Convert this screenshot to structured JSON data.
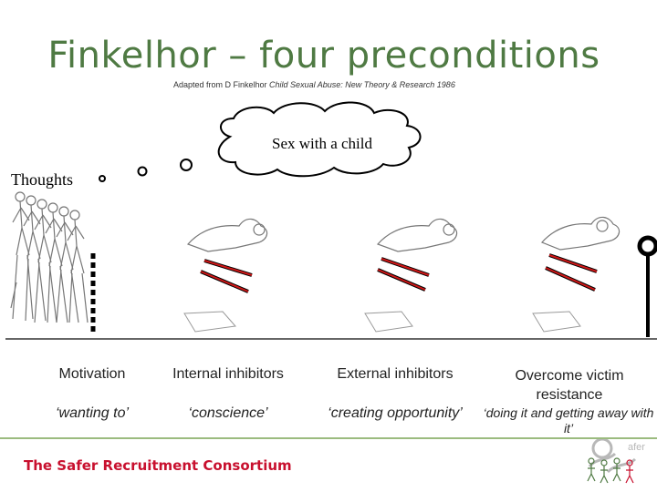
{
  "title": "Finkelhor – four preconditions",
  "subtitle": {
    "prefix": "Adapted from D Finkelhor ",
    "work": "Child Sexual Abuse: New Theory & Research 1986"
  },
  "cloud_text": "Sex with a child",
  "thoughts_label": "Thoughts",
  "stages": [
    {
      "label": "Motivation",
      "sub": "‘wanting to’"
    },
    {
      "label": "Internal inhibitors",
      "sub": "‘conscience’"
    },
    {
      "label": "External inhibitors",
      "sub": "‘creating opportunity’"
    },
    {
      "label": "Overcome victim resistance",
      "sub": "‘doing it and getting away with it’"
    }
  ],
  "footer": "The Safer Recruitment Consortium",
  "logo_text": "Safer Recruitment Consortium",
  "colors": {
    "title": "#4f7a43",
    "footer": "#c8102e",
    "hurdle_red": "#d01818",
    "rule": "#9bbb7f"
  }
}
